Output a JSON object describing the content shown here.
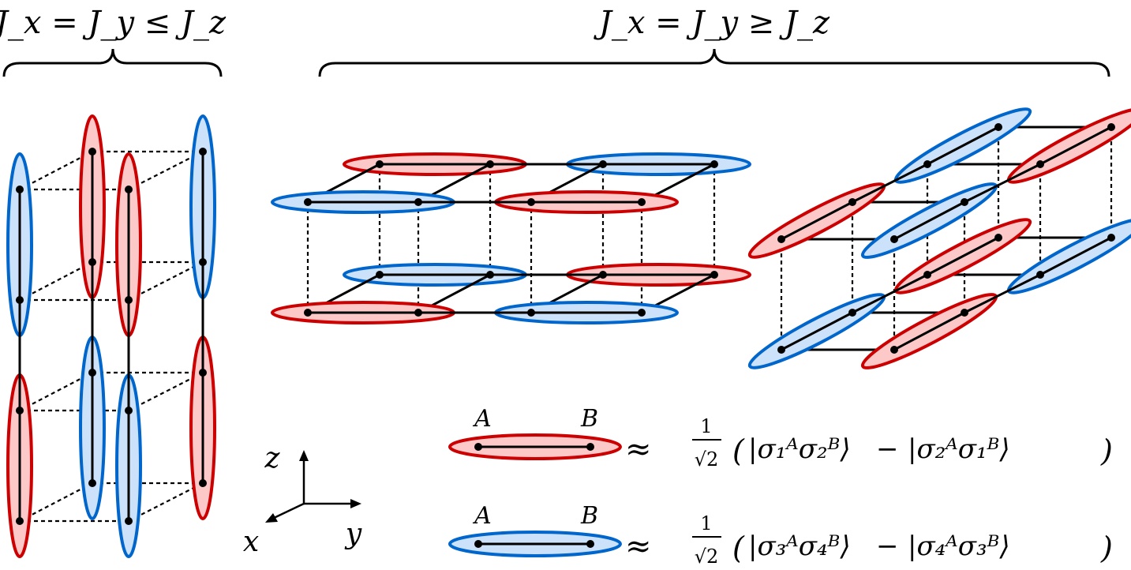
{
  "labels": {
    "left_regime": "J_x = J_y ≤ J_z",
    "right_regime": "J_x = J_y ≥ J_z",
    "axis_z": "z",
    "axis_x": "x",
    "axis_y": "y",
    "site_a": "A",
    "site_b": "B"
  },
  "legend": [
    {
      "color": "red",
      "approx": "≈",
      "numerator": "1",
      "denominator": "√2",
      "state1": "|σ₁ᴬσ₂ᴮ⟩",
      "minus": "−",
      "state2": "|σ₂ᴬσ₁ᴮ⟩"
    },
    {
      "color": "blue",
      "approx": "≈",
      "numerator": "1",
      "denominator": "√2",
      "state1": "|σ₃ᴬσ₄ᴮ⟩",
      "minus": "−",
      "state2": "|σ₄ᴬσ₃ᴮ⟩"
    }
  ],
  "colors": {
    "red_stroke": "#cc0000",
    "red_fill": "#fcc8c8",
    "blue_stroke": "#0066cc",
    "blue_fill": "#cce1fa"
  }
}
